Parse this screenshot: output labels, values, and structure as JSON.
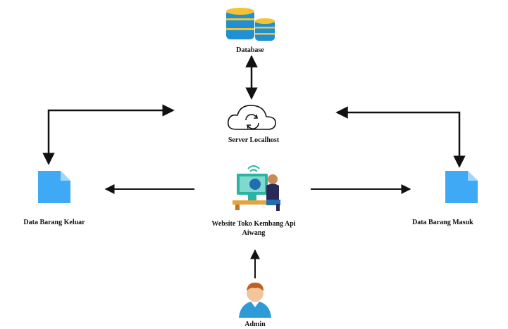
{
  "nodes": {
    "database": {
      "label": "Database",
      "icon": "database-icon"
    },
    "server": {
      "label": "Server Localhost",
      "icon": "cloud-sync-icon"
    },
    "website": {
      "label_line1": "Website Toko Kembang Api",
      "label_line2": "Aiwang",
      "icon": "developer-desk-icon"
    },
    "data_keluar": {
      "label": "Data Barang Keluar",
      "icon": "document-icon"
    },
    "data_masuk": {
      "label": "Data Barang Masuk",
      "icon": "document-icon"
    },
    "admin": {
      "label": "Admin",
      "icon": "user-avatar-icon"
    }
  },
  "colors": {
    "doc_blue": "#3fa9f5",
    "doc_fold": "#9fd6fb",
    "db_blue": "#1f8fd6",
    "db_yellow": "#f4c430",
    "arrow": "#111111"
  }
}
